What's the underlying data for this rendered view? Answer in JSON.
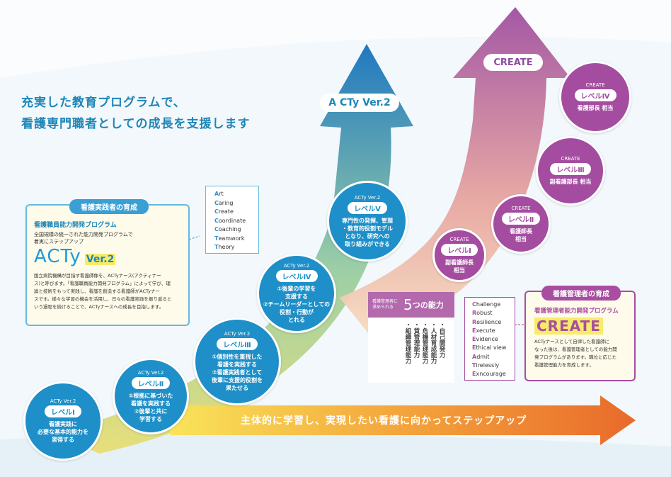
{
  "headline": {
    "line1": "充実した教育プログラムで、",
    "line2": "看護専門職者としての成長を支援します"
  },
  "arrows": {
    "acty_label": "A CTy Ver.2",
    "create_label": "CREATE"
  },
  "bottom_arrow": {
    "text": "主体的に学習し、実現したい看護に向かってステップアップ"
  },
  "acty_levels": [
    {
      "sub": "ACTy Ver.2",
      "level": "レベルⅠ",
      "desc": [
        "看護実践に",
        "必要な基本的能力を",
        "習得する"
      ]
    },
    {
      "sub": "ACTy Ver.2",
      "level": "レベルⅡ",
      "desc": [
        "①根拠に基づいた",
        "看護を実践する",
        "②後輩と共に",
        "学習する"
      ]
    },
    {
      "sub": "ACTy Ver.2",
      "level": "レベルⅢ",
      "desc": [
        "①個別性を重視した",
        "看護を実践する",
        "②看護実践者として",
        "後輩に支援的役割を",
        "果たせる"
      ]
    },
    {
      "sub": "ACTy Ver.2",
      "level": "レベルⅣ",
      "desc": [
        "①後輩の学習を",
        "支援する",
        "②チームリーダーとしての",
        "役割・行動が",
        "とれる"
      ]
    },
    {
      "sub": "ACTy Ver.2",
      "level": "レベルⅤ",
      "desc": [
        "専門性の発揮、管理",
        "・教育的役割モデル",
        "となり、研究への",
        "取り組みができる"
      ]
    }
  ],
  "create_levels": [
    {
      "sub": "CREATE",
      "level": "レベルⅠ",
      "desc": [
        "副看護師長",
        "相当"
      ]
    },
    {
      "sub": "CREATE",
      "level": "レベルⅡ",
      "desc": [
        "看護師長",
        "相当"
      ]
    },
    {
      "sub": "CREATE",
      "level": "レベルⅢ",
      "desc": [
        "副看護部長 相当"
      ]
    },
    {
      "sub": "CREATE",
      "level": "レベルⅣ",
      "desc": [
        "看護部長 相当"
      ]
    }
  ],
  "acty_box": {
    "title": "看護実践者の育成",
    "program": "看護職員能力開発プログラム",
    "intro": [
      "全国規模の統一された能力開発プログラムで",
      "着実にステップアップ"
    ],
    "logo_main": "ACTy",
    "logo_ver": "Ver.2",
    "body": [
      "国立病院機構が目指す看護師像を、ACTyナース(アクティナー",
      "ス)と呼びます。「看護職員能力開発プログラム」によって学び、理",
      "論と技術をもって実践し、看護を創造する看護師がACTyナー",
      "スです。様々な学習の機会を活用し、日々の看護実践を振り返ると",
      "いう過程を続けることで、ACTyナースへの成長を目指します。"
    ]
  },
  "acty_acronym": [
    {
      "first": "A",
      "rest": "rt"
    },
    {
      "first": "C",
      "rest": "aring"
    },
    {
      "first": "C",
      "rest": "reate"
    },
    {
      "first": "C",
      "rest": "oordinate"
    },
    {
      "first": "C",
      "rest": "oaching"
    },
    {
      "first": "T",
      "rest": "eamwork"
    },
    {
      "first": "T",
      "rest": "heory"
    }
  ],
  "five_abilities": {
    "caption": [
      "看護管理者に",
      "求められる"
    ],
    "title_num": "5",
    "title_rest": "つの能力",
    "items": [
      "・自己開発力",
      "・人材育成能力",
      "・危機管理能力",
      "・質管理能力",
      "・組織管理能力"
    ]
  },
  "create_acronym": [
    {
      "first": "C",
      "rest": "hallenge"
    },
    {
      "first": "R",
      "rest": "obust"
    },
    {
      "first": "R",
      "rest": "esilience"
    },
    {
      "first": "E",
      "rest": "xecute"
    },
    {
      "first": "E",
      "rest": "vidence"
    },
    {
      "first": "E",
      "rest": "thical view"
    },
    {
      "first": "A",
      "rest": "dmit"
    },
    {
      "first": "T",
      "rest": "irelessly"
    },
    {
      "first": "E",
      "rest": "xncourage"
    }
  ],
  "create_box": {
    "title": "看護管理者の育成",
    "program": "看護管理者能力開発プログラム",
    "logo": "CREATE",
    "body": [
      "ACTyナースとして自律した看護師に",
      "なった後は、看護管理者としての能力開",
      "発プログラムがあります。職位に応じた",
      "看護管理能力を育成します。"
    ]
  }
}
